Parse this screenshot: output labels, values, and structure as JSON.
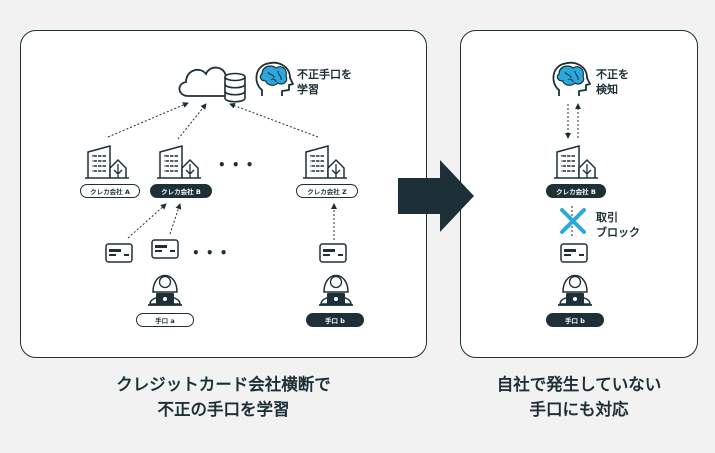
{
  "left_panel": {
    "learn_label_line1": "不正手口を",
    "learn_label_line2": "学習",
    "companies": [
      "クレカ会社 A",
      "クレカ会社 B",
      "クレカ会社 Z"
    ],
    "ellipsis": "• • •",
    "methods": [
      "手口 a",
      "手口 b"
    ],
    "caption_line1": "クレジットカード会社横断で",
    "caption_line2": "不正の手口を学習"
  },
  "right_panel": {
    "detect_label_line1": "不正を",
    "detect_label_line2": "検知",
    "company": "クレカ会社 B",
    "block_label_line1": "取引",
    "block_label_line2": "ブロック",
    "method": "手口 b",
    "caption_line1": "自社で発生していない",
    "caption_line2": "手口にも対応"
  },
  "colors": {
    "dark": "#1d3038",
    "accent": "#2aa8de",
    "background": "#f2f2f2"
  }
}
